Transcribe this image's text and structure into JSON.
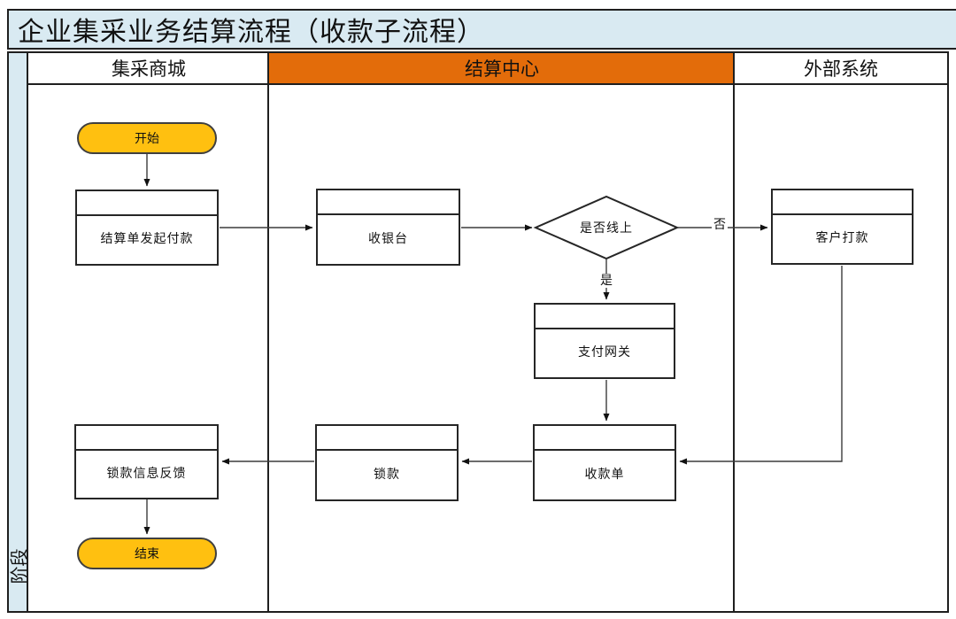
{
  "title": "企业集采业务结算流程（收款子流程）",
  "phase_label": "阶段",
  "lanes": [
    {
      "label": "集采商城",
      "header_bg": "#ffffff"
    },
    {
      "label": "结算中心",
      "header_bg": "#e36c0a"
    },
    {
      "label": "外部系统",
      "header_bg": "#ffffff"
    }
  ],
  "nodes": {
    "start": {
      "type": "terminal",
      "label": "开始",
      "lane": "集采商城"
    },
    "settlement_payment": {
      "type": "process",
      "label": "结算单发起付款",
      "lane": "集采商城"
    },
    "cashier": {
      "type": "process",
      "label": "收银台",
      "lane": "结算中心"
    },
    "decision_online": {
      "type": "decision",
      "label": "是否线上",
      "lane": "结算中心"
    },
    "customer_payment": {
      "type": "process",
      "label": "客户打款",
      "lane": "外部系统"
    },
    "payment_gateway": {
      "type": "process",
      "label": "支付网关",
      "lane": "结算中心"
    },
    "receipt_order": {
      "type": "process",
      "label": "收款单",
      "lane": "结算中心"
    },
    "lock_funds": {
      "type": "process",
      "label": "锁款",
      "lane": "结算中心"
    },
    "lock_feedback": {
      "type": "process",
      "label": "锁款信息反馈",
      "lane": "集采商城"
    },
    "end": {
      "type": "terminal",
      "label": "结束",
      "lane": "集采商城"
    }
  },
  "edges": {
    "yes_label": "是",
    "no_label": "否",
    "flow": [
      "开始 → 结算单发起付款",
      "结算单发起付款 → 收银台",
      "收银台 → 是否线上",
      "是否线上 →(否) 客户打款",
      "是否线上 →(是) 支付网关",
      "支付网关 → 收款单",
      "客户打款 → 收款单",
      "收款单 → 锁款",
      "锁款 → 锁款信息反馈",
      "锁款信息反馈 → 结束"
    ]
  },
  "colors": {
    "title_bg": "#d9eaf2",
    "phase_strip_bg": "#d9eaf2",
    "accent_lane_header": "#e36c0a",
    "terminal_fill": "#ffc010",
    "border": "#1f1f1f",
    "connector": "#3c3c3c"
  }
}
